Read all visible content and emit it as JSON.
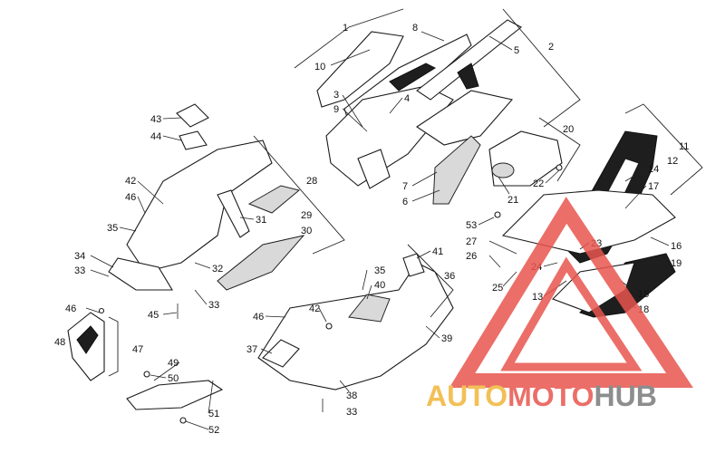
{
  "diagram": {
    "callouts": [
      "1",
      "2",
      "3",
      "4",
      "5",
      "6",
      "7",
      "8",
      "9",
      "10",
      "11",
      "12",
      "13",
      "14",
      "15",
      "16",
      "17",
      "18",
      "19",
      "20",
      "21",
      "22",
      "23",
      "24",
      "25",
      "26",
      "27",
      "28",
      "29",
      "30",
      "31",
      "32",
      "33",
      "34",
      "35",
      "36",
      "37",
      "38",
      "39",
      "40",
      "41",
      "42",
      "43",
      "44",
      "45",
      "46",
      "47",
      "48",
      "49",
      "50",
      "51",
      "52",
      "53"
    ],
    "repeated_callouts": {
      "33b": "33",
      "33c": "33",
      "35b": "35",
      "42b": "42",
      "46b": "46",
      "46c": "46"
    }
  },
  "watermark": {
    "text_auto": "AUTO",
    "text_moto": "MOTO",
    "text_hub": "HUB",
    "color_orange": "#f2b63a",
    "color_red": "#e8554e",
    "color_grey": "#7a7a7a"
  },
  "colors": {
    "line": "#1a1a1a",
    "background": "#ffffff"
  }
}
